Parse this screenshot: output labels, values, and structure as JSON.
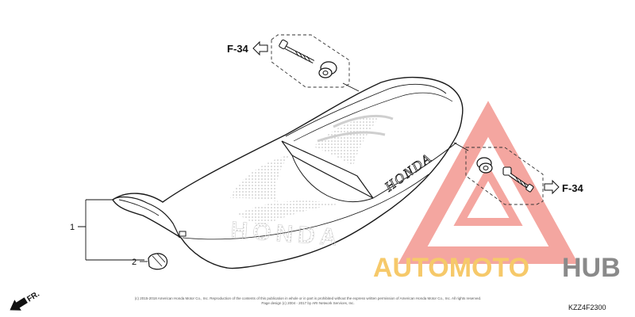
{
  "refs": {
    "top": "F-34",
    "right": "F-34"
  },
  "callouts": {
    "item1": "1",
    "item2": "2"
  },
  "seat_text": "HONDA",
  "direction": "FR.",
  "copyright_line1": "(c) 2015-2018 American Honda Motor Co., Inc. Reproduction of the contents of this publication in whole or in part is prohibited without the express written permission of American Honda Motor Co., Inc. All rights reserved.",
  "copyright_line2": "Page design (c) 2004 - 2017 by ARI Network Services, Inc.",
  "diagram_code": "KZZ4F2300",
  "watermark": {
    "part1": "AUTOMOTO",
    "part2": "HUB"
  },
  "colors": {
    "watermark_red": "#f4a6a0",
    "watermark_yellow": "#f6c96a",
    "watermark_gray": "#8a8a8a"
  }
}
